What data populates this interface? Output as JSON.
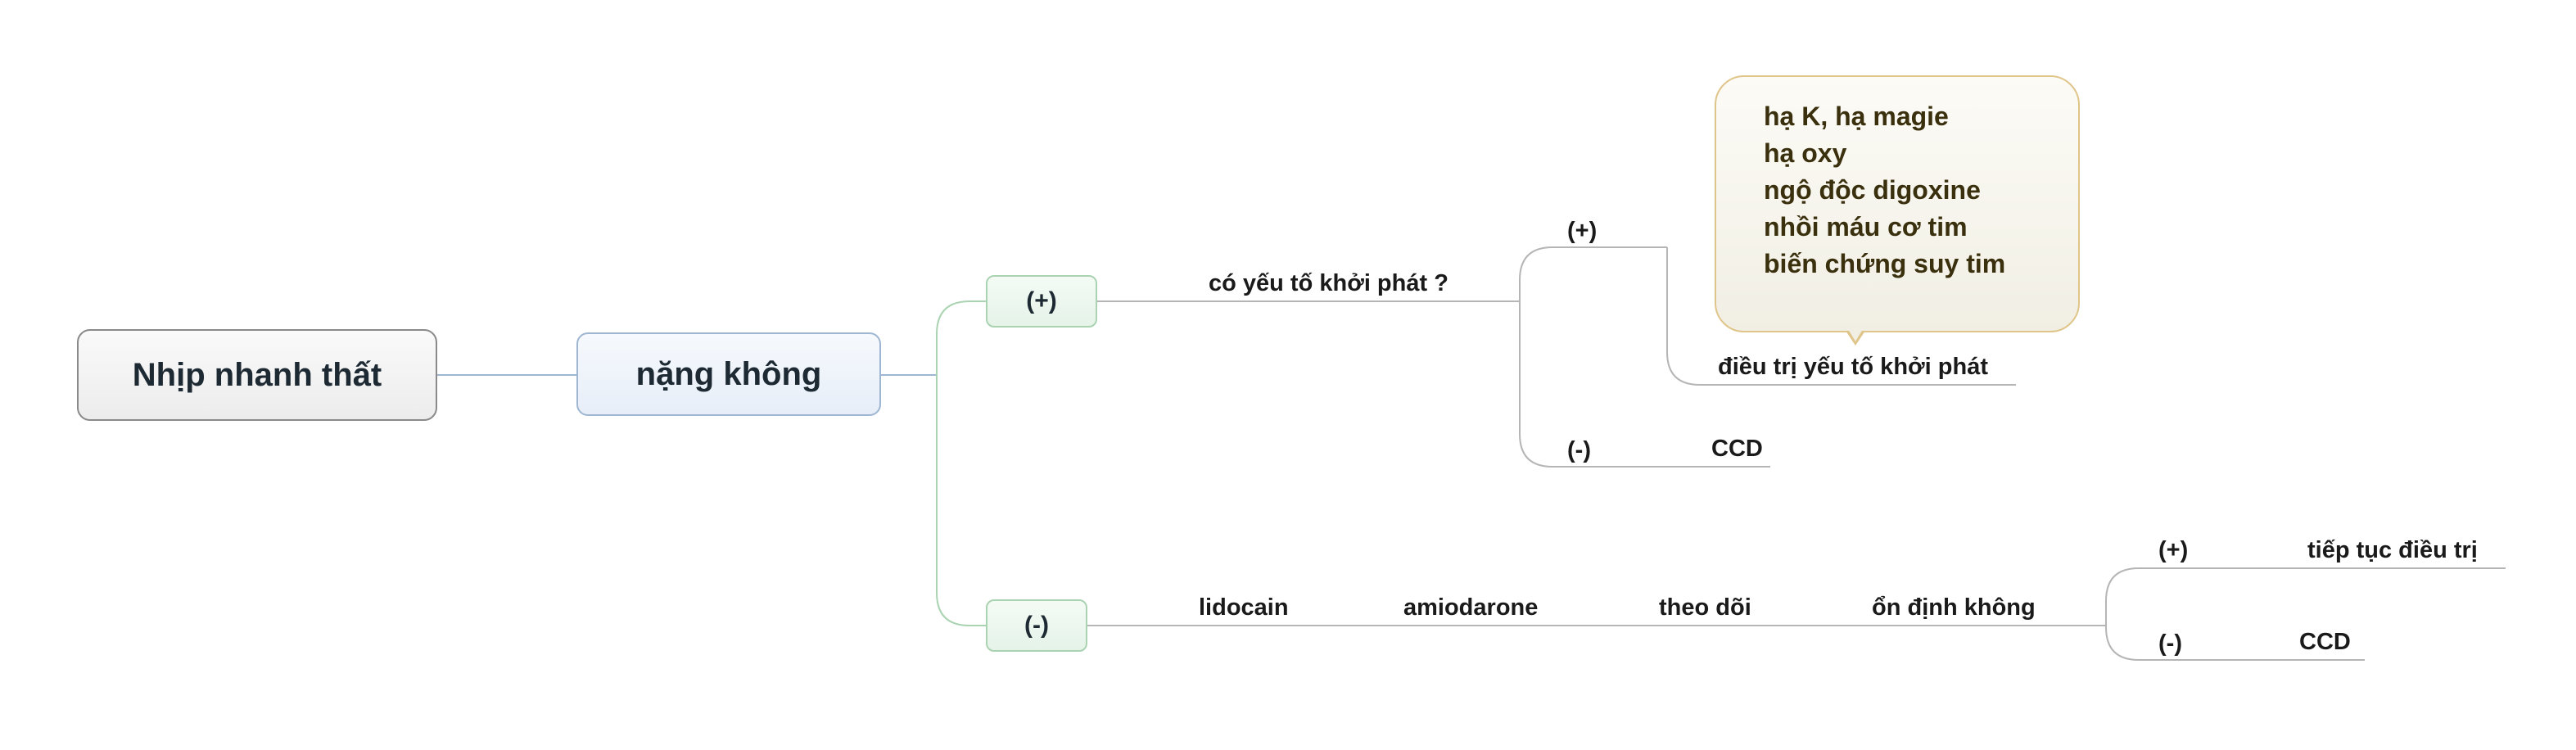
{
  "root": {
    "label": "Nhịp nhanh thất"
  },
  "main_topic": {
    "label": "nặng không"
  },
  "branches": {
    "positive": {
      "label": "(+)",
      "question": "có yếu tố khởi phát ?",
      "yes": {
        "label": "(+)",
        "action": "điều trị yếu tố khởi phát",
        "note": [
          "hạ K, hạ magie",
          "hạ oxy",
          "ngộ độc digoxine",
          "nhồi máu cơ tim",
          "biến chứng suy tim"
        ]
      },
      "no": {
        "label": "(-)",
        "action": "CCD"
      }
    },
    "negative": {
      "label": "(-)",
      "steps": [
        "lidocain",
        "amiodarone",
        "theo dõi",
        "ổn định không"
      ],
      "yes": {
        "label": "(+)",
        "action": "tiếp tục điều trị"
      },
      "no": {
        "label": "(-)",
        "action": "CCD"
      }
    }
  },
  "colors": {
    "root_border": "#8a8a8a",
    "main_border": "#9fb6d2",
    "branch_border": "#a9d3b1",
    "callout_border": "#e0c58a",
    "connector_root": "#9fb6d2",
    "connector_branch": "#a9d3b1",
    "connector_leaf": "#b5b5b5"
  }
}
